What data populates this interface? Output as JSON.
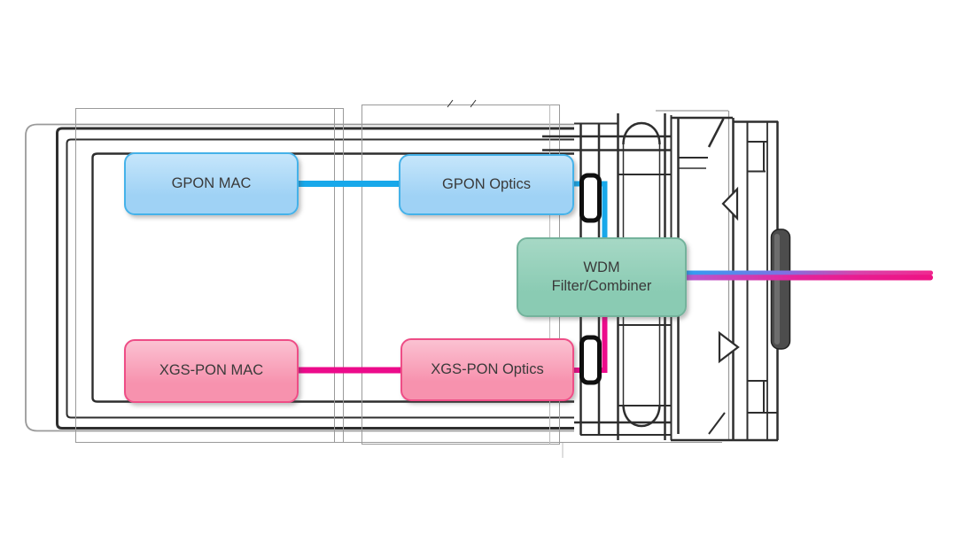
{
  "diagram": {
    "type": "block-diagram-over-transceiver-outline",
    "blocks": {
      "gpon_mac": {
        "label": "GPON MAC"
      },
      "gpon_optics": {
        "label": "GPON Optics"
      },
      "xgspon_mac": {
        "label": "XGS-PON MAC"
      },
      "xgspon_optics": {
        "label": "XGS-PON Optics"
      },
      "wdm": {
        "label_line1": "WDM",
        "label_line2": "Filter/Combiner"
      }
    },
    "connections": [
      {
        "from": "GPON MAC",
        "to": "GPON Optics",
        "color": "#18a8ea"
      },
      {
        "from": "GPON Optics",
        "to": "WDM Filter/Combiner",
        "color": "#18a8ea"
      },
      {
        "from": "XGS-PON MAC",
        "to": "XGS-PON Optics",
        "color": "#ec0b8b"
      },
      {
        "from": "XGS-PON Optics",
        "to": "WDM Filter/Combiner",
        "color": "#ec0b8b"
      },
      {
        "from": "WDM Filter/Combiner",
        "to": "fiber-output",
        "color": "blue-to-pink gradient"
      }
    ],
    "icons": {
      "gpon_coupler": "black-bracket",
      "xgspon_coupler": "black-bracket"
    }
  },
  "colors": {
    "gpon_fill": "#9fd2f5",
    "gpon_fill_top": "#c6e6fb",
    "gpon_border": "#45b2e9",
    "gpon_line": "#18a8ea",
    "xgspon_fill": "#f792ae",
    "xgspon_fill_top": "#fbc2d2",
    "xgspon_border": "#ee4d86",
    "xgspon_line": "#ec0b8b",
    "wdm_fill": "#8acbb3",
    "wdm_fill_top": "#a6d8c5",
    "wdm_border": "#74b39c",
    "fiber_blue": "#2f9ff2",
    "fiber_pink": "#ee1384",
    "outline_dark": "#2e2e2e",
    "outline_light": "#9a9a9a"
  }
}
